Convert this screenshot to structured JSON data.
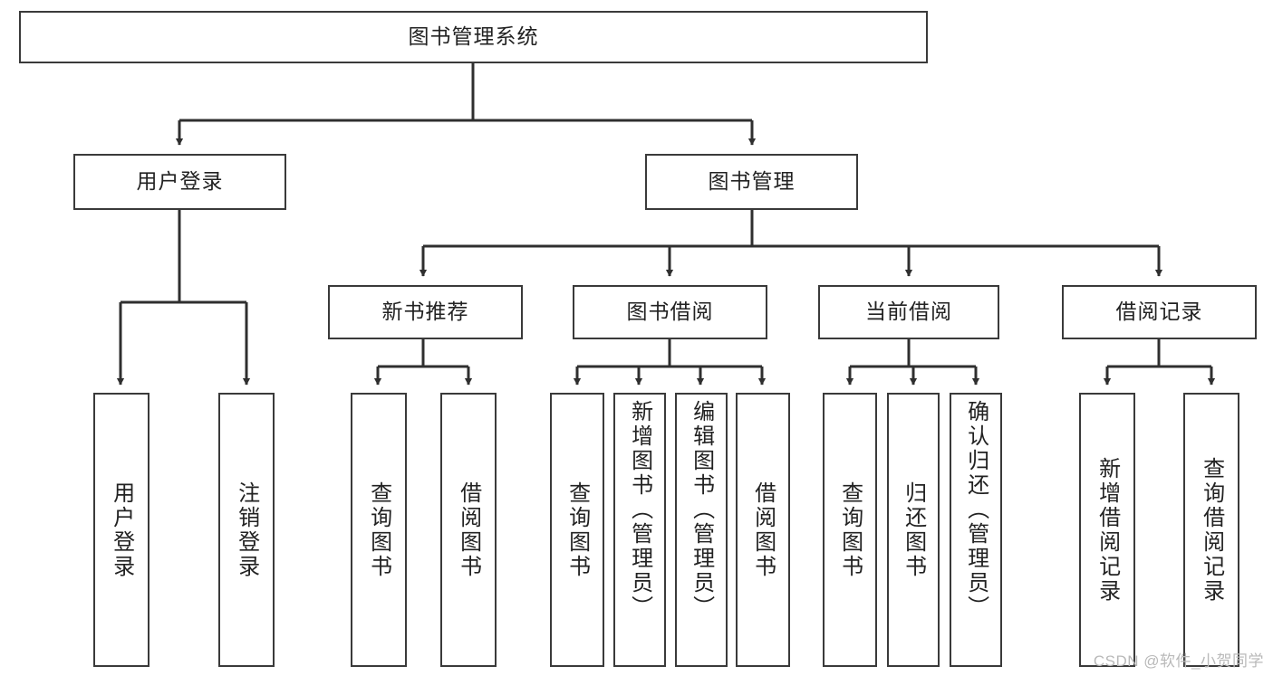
{
  "diagram": {
    "type": "tree-hierarchy",
    "title": "图书管理系统",
    "theme": {
      "background": "#ffffff",
      "box_border": "#3a3a3a",
      "box_fill": "#ffffff",
      "text": "#222222",
      "connector": "#2f2f2f",
      "watermark": "#b9b9b9"
    },
    "root": {
      "label": "图书管理系统"
    },
    "level2": [
      {
        "label": "用户登录"
      },
      {
        "label": "图书管理"
      }
    ],
    "level3": [
      {
        "label": "新书推荐"
      },
      {
        "label": "图书借阅"
      },
      {
        "label": "当前借阅"
      },
      {
        "label": "借阅记录"
      }
    ],
    "leaves": {
      "user_login": [
        {
          "label": "用户登录"
        },
        {
          "label": "注销登录"
        }
      ],
      "new_book": [
        {
          "label": "查询图书"
        },
        {
          "label": "借阅图书"
        }
      ],
      "book_borrow": [
        {
          "label": "查询图书"
        },
        {
          "label": "新增图书（管理员）"
        },
        {
          "label": "编辑图书（管理员）"
        },
        {
          "label": "借阅图书"
        }
      ],
      "current_borrow": [
        {
          "label": "查询图书"
        },
        {
          "label": "归还图书"
        },
        {
          "label": "确认归还（管理员）"
        }
      ],
      "borrow_record": [
        {
          "label": "新增借阅记录"
        },
        {
          "label": "查询借阅记录"
        }
      ]
    },
    "watermark": "CSDN @软件_小贺同学"
  }
}
